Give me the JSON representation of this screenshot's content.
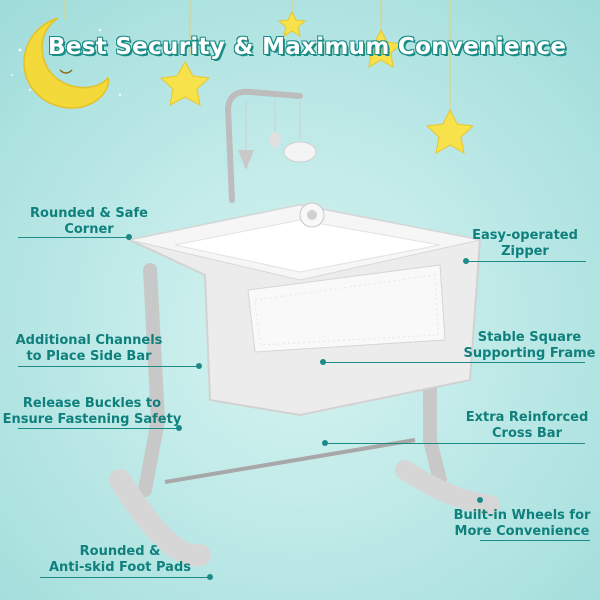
{
  "title": "Best Security & Maximum Convenience",
  "labels": {
    "rounded_corner": "Rounded & Safe\nCorner",
    "additional_channels": "Additional Channels\nto Place Side Bar",
    "release_buckles": "Release Buckles to\nEnsure Fastening Safety",
    "foot_pads": "Rounded &\nAnti-skid Foot Pads",
    "zipper": "Easy-operated\nZipper",
    "square_frame": "Stable Square\nSupporting Frame",
    "cross_bar": "Extra Reinforced\nCross Bar",
    "wheels": "Built-in Wheels for\nMore Convenience"
  },
  "colors": {
    "background": "#b9e8e6",
    "accent": "#1d8a87",
    "star": "#f5e04a",
    "moon": "#f3d93a"
  }
}
